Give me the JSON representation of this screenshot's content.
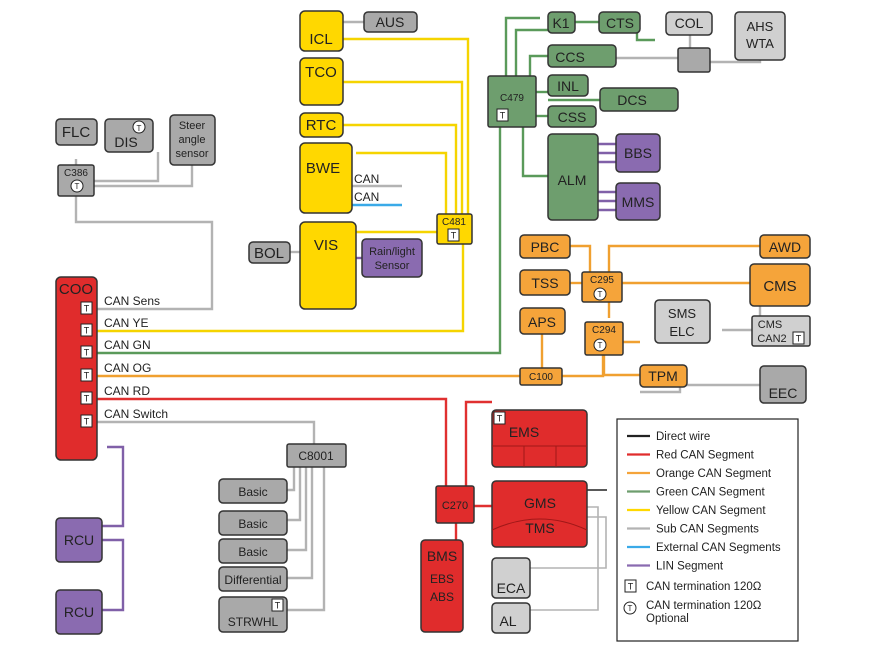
{
  "colors": {
    "red": "#e02c2c",
    "orange": "#f5a43a",
    "green": "#6e9e6e",
    "yellow": "#ffd800",
    "grey": "#a9a9a9",
    "purple": "#8a6bb0",
    "blue": "#3aaae8",
    "black": "#222222"
  },
  "nodes": {
    "icl": "ICL",
    "aus": "AUS",
    "tco": "TCO",
    "rtc": "RTC",
    "bwe": "BWE",
    "bwe_can1": "CAN",
    "bwe_can2": "CAN",
    "vis": "VIS",
    "bol": "BOL",
    "rain1": "Rain/light",
    "rain2": "Sensor",
    "c481": "C481",
    "k1": "K1",
    "cts": "CTS",
    "col": "COL",
    "ahs": "AHS",
    "wta": "WTA",
    "ccs": "CCS",
    "c479": "C479",
    "inl": "INL",
    "dcs": "DCS",
    "css": "CSS",
    "alm": "ALM",
    "bbs": "BBS",
    "mms": "MMS",
    "flc": "FLC",
    "dis": "DIS",
    "steer1": "Steer",
    "steer2": "angle",
    "steer3": "sensor",
    "c386": "C386",
    "coo": "COO",
    "pbc": "PBC",
    "awd": "AWD",
    "tss": "TSS",
    "c295": "C295",
    "cms": "CMS",
    "aps": "APS",
    "c294": "C294",
    "sms": "SMS",
    "elc": "ELC",
    "cms2a": "CMS",
    "cms2b": "CAN2",
    "c100": "C100",
    "tpm": "TPM",
    "eec": "EEC",
    "ems": "EMS",
    "c270": "C270",
    "gms": "GMS",
    "tms": "TMS",
    "bms": "BMS",
    "ebs": "EBS",
    "abs": "ABS",
    "eca": "ECA",
    "al": "AL",
    "c8001": "C8001",
    "basic": "Basic",
    "differential": "Differential",
    "strwhl": "STRWHL",
    "rcu": "RCU",
    "t": "T"
  },
  "coo_ports": [
    "CAN Sens",
    "CAN YE",
    "CAN GN",
    "CAN OG",
    "CAN RD",
    "CAN Switch"
  ],
  "legend": [
    {
      "label": "Direct wire",
      "color": "#222222"
    },
    {
      "label": "Red CAN Segment",
      "color": "#e02c2c"
    },
    {
      "label": "Orange CAN Segment",
      "color": "#f5a43a"
    },
    {
      "label": "Green CAN Segment",
      "color": "#6e9e6e"
    },
    {
      "label": "Yellow CAN Segment",
      "color": "#ffd800"
    },
    {
      "label": "Sub CAN Segments",
      "color": "#b3b3b3"
    },
    {
      "label": "External CAN Segments",
      "color": "#3aaae8"
    },
    {
      "label": "LIN Segment",
      "color": "#8a6bb0"
    }
  ],
  "legend_symbols": {
    "term": "CAN termination 120Ω",
    "term_opt1": "CAN termination 120Ω",
    "term_opt2": "Optional"
  }
}
